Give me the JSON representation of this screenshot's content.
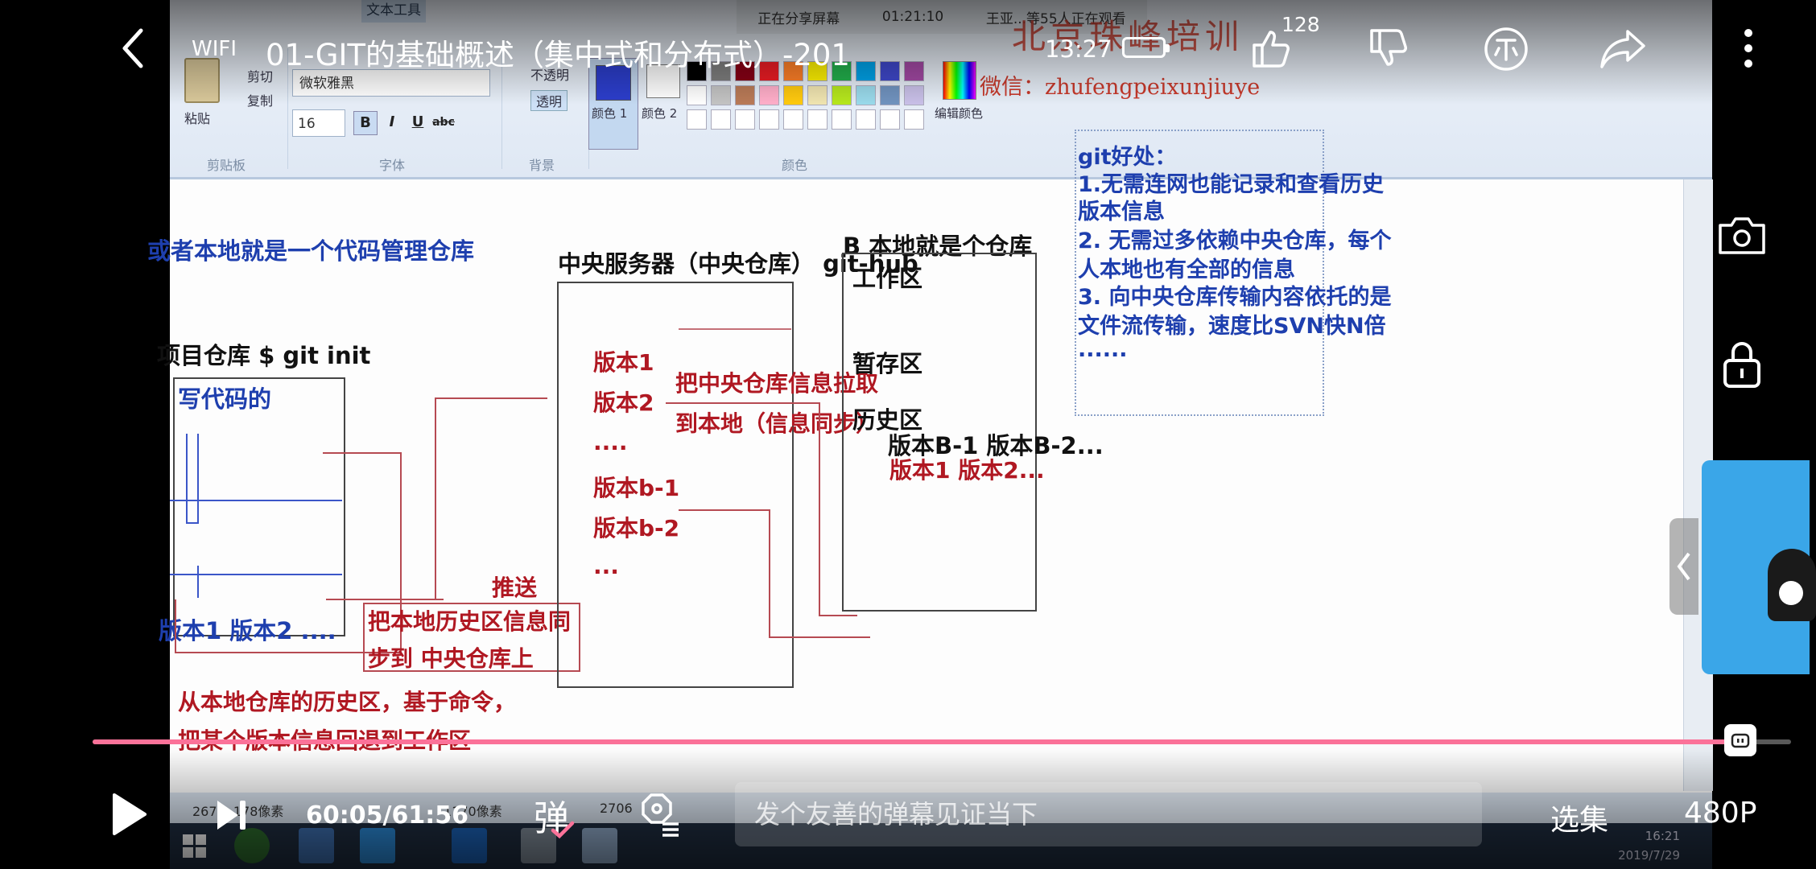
{
  "status": {
    "wifi": "WIFI",
    "time": "13:27"
  },
  "video": {
    "title": "01-GIT的基础概述（集中式和分布式）-201",
    "likes": "128",
    "watermark": "北京珠峰培训",
    "wechat": "微信：zhufengpeixunjiuye"
  },
  "screen_share": {
    "status": "正在分享屏幕",
    "timer": "01:21:10",
    "viewers": "王亚...等55人正在观看"
  },
  "paint_app": {
    "tool_title": "文本工具",
    "clipboard": {
      "paste": "粘贴",
      "cut": "剪切",
      "copy": "复制",
      "group": "剪贴板"
    },
    "font": {
      "family": "微软雅黑",
      "size": "16",
      "bold": "B",
      "italic": "I",
      "underline": "U",
      "strike": "abc",
      "group": "字体"
    },
    "background": {
      "opaque": "不透明",
      "transparent": "透明",
      "group": "背景"
    },
    "colors": {
      "color1": "颜色 1",
      "color2": "颜色 2",
      "edit": "编辑颜色",
      "group": "颜色"
    },
    "status_left": "2677, 178像素",
    "status_mid": "1170像素",
    "status_right": "2706"
  },
  "diagram": {
    "left_heading": "或者本地就是一个代码管理仓库",
    "project_label": "项目仓库  $ git init",
    "write_code": "写代码的",
    "local_versions": "版本1   版本2    ....",
    "push_label": "推送",
    "push_desc_1": "把本地历史区信息同",
    "push_desc_2": "步到 中央仓库上",
    "rollback_1": "从本地仓库的历史区，基于命令，",
    "rollback_2": "把某个版本信息回退到工作区",
    "central_title": "中央服务器（中央仓库） git-hub",
    "central_items": [
      "版本1",
      "版本2",
      "....",
      "版本b-1",
      "版本b-2",
      "..."
    ],
    "pull_1": "把中央仓库信息拉取",
    "pull_2": "到本地（信息同步）",
    "b_title": "B 本地就是个仓库",
    "b_work": "工作区",
    "b_stage": "暂存区",
    "b_history": "历史区",
    "b_versions": "版本B-1  版本B-2...",
    "b_versions_out": "版本1  版本2...",
    "benefits": [
      "git好处：",
      "1.无需连网也能记录和查看历史",
      "版本信息",
      "2. 无需过多依赖中央仓库，每个",
      "人本地也有全部的信息",
      "3. 向中央仓库传输内容依托的是",
      "文件流传输，速度比SVN快N倍",
      "......"
    ]
  },
  "player": {
    "current_time": "60:05",
    "duration": "61:56",
    "time_display": "60:05/61:56",
    "progress": 0.97,
    "danmaku_toggle": "弹",
    "danmaku_placeholder": "发个友善的弹幕见证当下",
    "episodes": "选集",
    "quality": "480P"
  },
  "taskbar": {
    "clock_time": "16:21",
    "clock_date": "2019/7/29"
  },
  "accent_colors": {
    "progress": "#fb7299",
    "diagram_red": "#b01822",
    "diagram_blue": "#1e3fae"
  }
}
